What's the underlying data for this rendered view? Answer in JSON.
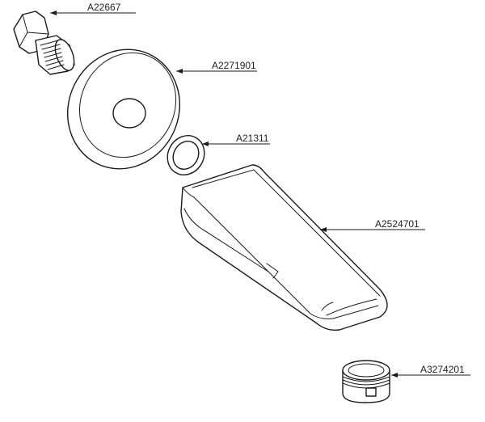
{
  "parts": [
    {
      "id": "adapter",
      "part_number": "A22667"
    },
    {
      "id": "escutcheon",
      "part_number": "A2271901"
    },
    {
      "id": "o-ring",
      "part_number": "A21311"
    },
    {
      "id": "spout",
      "part_number": "A2524701"
    },
    {
      "id": "aerator",
      "part_number": "A3274201"
    }
  ],
  "colors": {
    "line": "#1a1a1a",
    "background": "#ffffff"
  }
}
